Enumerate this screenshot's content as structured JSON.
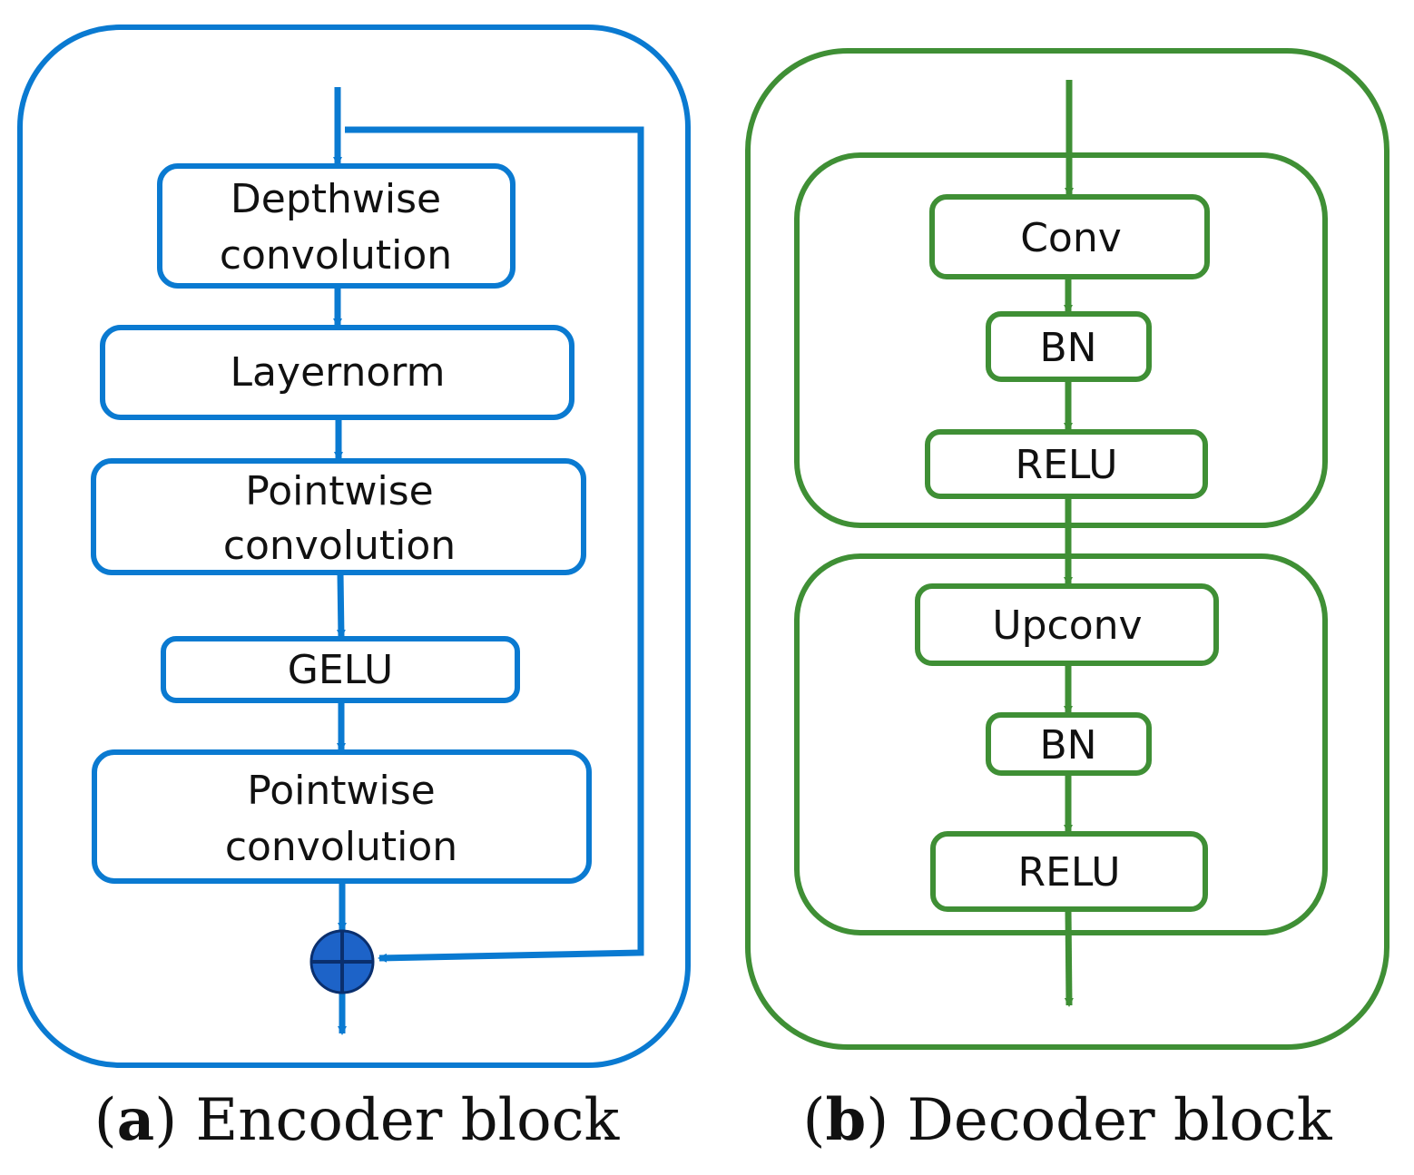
{
  "colors": {
    "encoder": "#0a7ad1",
    "decoder": "#3f8f35",
    "adder_fill": "#1d63c8",
    "text": "#111111",
    "background": "#ffffff"
  },
  "encoder": {
    "caption": {
      "open": "(",
      "letter": "a",
      "close": ")",
      "title": " Encoder block"
    },
    "nodes": {
      "depthwise_line1": "Depthwise",
      "depthwise_line2": "convolution",
      "layernorm": "Layernorm",
      "pointwise1_line1": "Pointwise",
      "pointwise1_line2": "convolution",
      "gelu": "GELU",
      "pointwise2_line1": "Pointwise",
      "pointwise2_line2": "convolution"
    },
    "adder_icon": "circle-plus-icon"
  },
  "decoder": {
    "caption": {
      "open": "(",
      "letter": "b",
      "close": ")",
      "title": " Decoder block"
    },
    "nodes": {
      "conv": "Conv",
      "bn1": "BN",
      "relu1": "RELU",
      "upconv": "Upconv",
      "bn2": "BN",
      "relu2": "RELU"
    }
  }
}
